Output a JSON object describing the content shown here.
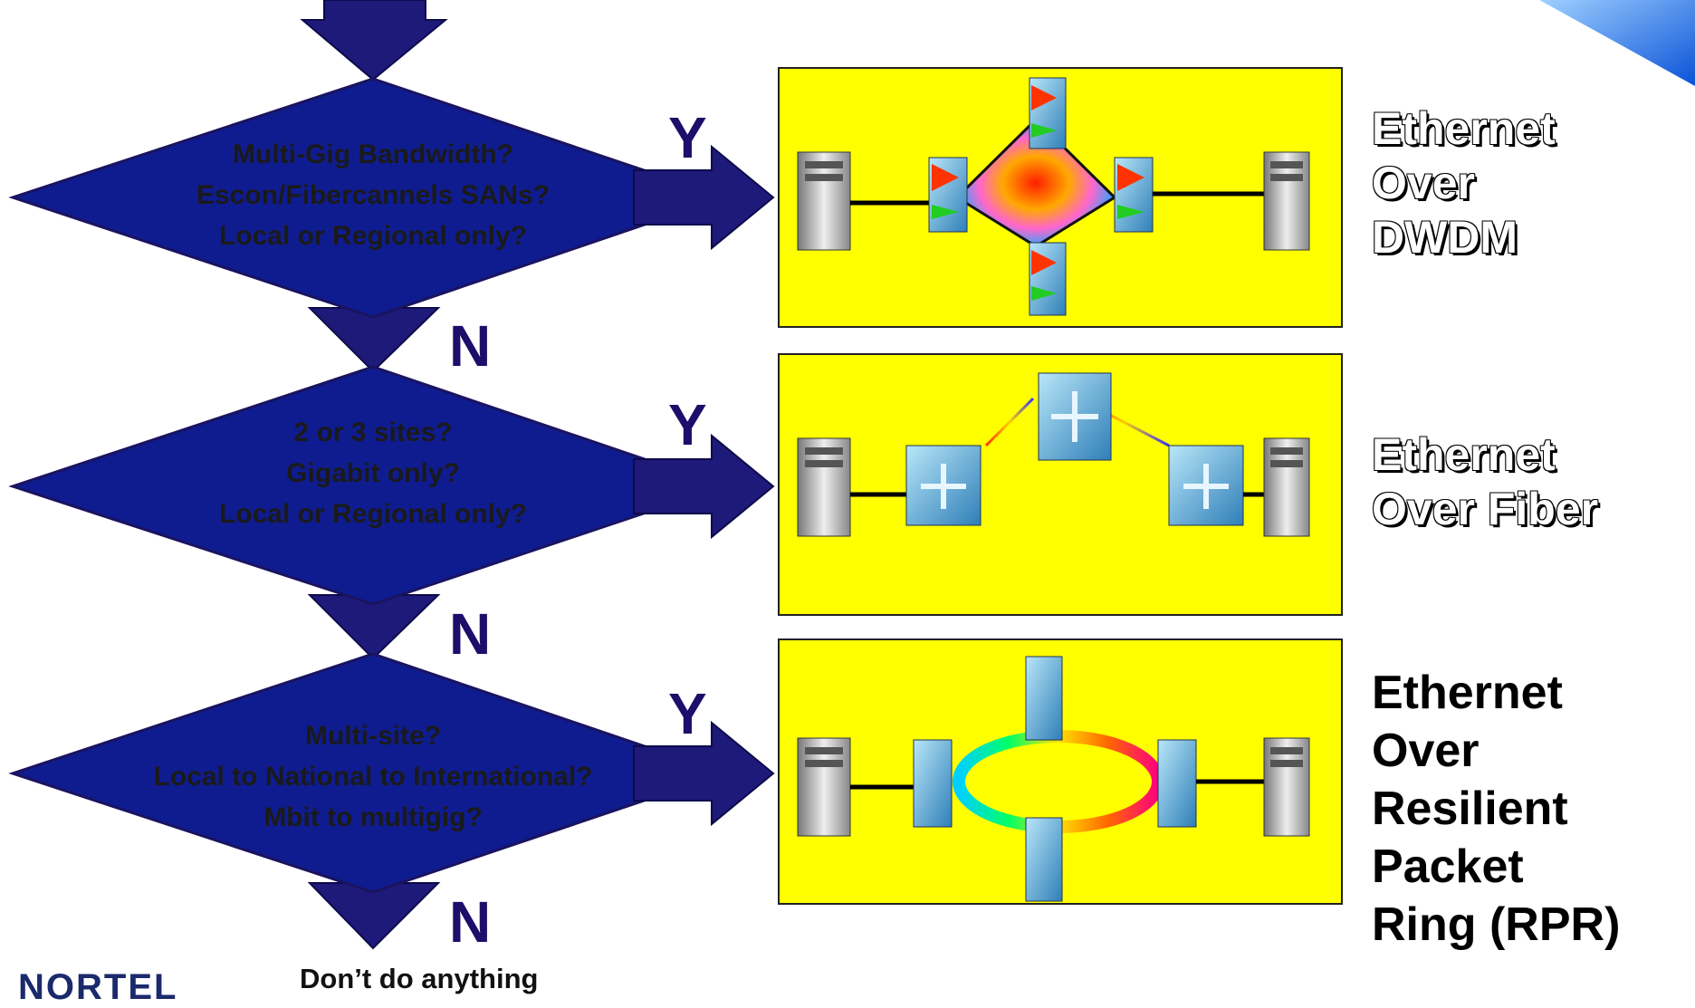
{
  "questions": [
    {
      "lines": [
        "Multi-Gig Bandwidth?",
        "Escon/Fibercannels SANs?",
        "Local or Regional only?"
      ]
    },
    {
      "lines": [
        "2 or 3 sites?",
        "Gigabit only?",
        "Local or Regional only?"
      ]
    },
    {
      "lines": [
        "Multi-site?",
        "Local to National to International?",
        "Mbit to multigig?"
      ]
    }
  ],
  "yes_label": "Y",
  "no_label": "N",
  "results": [
    {
      "lines": [
        "Ethernet",
        "Over",
        "DWDM"
      ]
    },
    {
      "lines": [
        "Ethernet",
        "Over Fiber"
      ]
    },
    {
      "lines": [
        "Ethernet",
        "Over",
        "Resilient",
        "Packet",
        "Ring (RPR)"
      ]
    }
  ],
  "final_text": "Don’t do anything",
  "logo_text": "NORTEL",
  "colors": {
    "arrow": "#1e1a7a",
    "diamond": "#0f1c8f",
    "panel": "#ffff00",
    "brand": "#1b2a6b"
  }
}
